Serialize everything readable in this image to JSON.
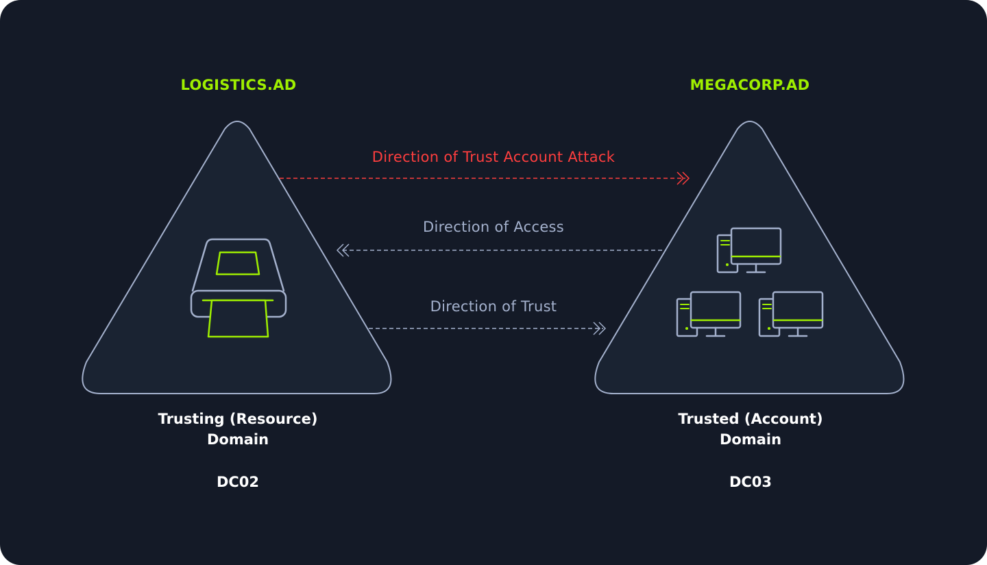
{
  "left_domain": {
    "name": "LOGISTICS.AD",
    "role_line1": "Trusting (Resource)",
    "role_line2": "Domain",
    "dc": "DC02",
    "icon": "printer-icon"
  },
  "right_domain": {
    "name": "MEGACORP.AD",
    "role_line1": "Trusted (Account)",
    "role_line2": "Domain",
    "dc": "DC03",
    "icon": "computers-icon"
  },
  "arrows": {
    "attack": "Direction of Trust Account Attack",
    "access": "Direction of Access",
    "trust": "Direction of Trust"
  },
  "colors": {
    "background": "#141a27",
    "accent": "#9fef00",
    "attack": "#ff3e3e",
    "muted": "#a4b1cd",
    "triangle_fill": "#1a2332"
  }
}
